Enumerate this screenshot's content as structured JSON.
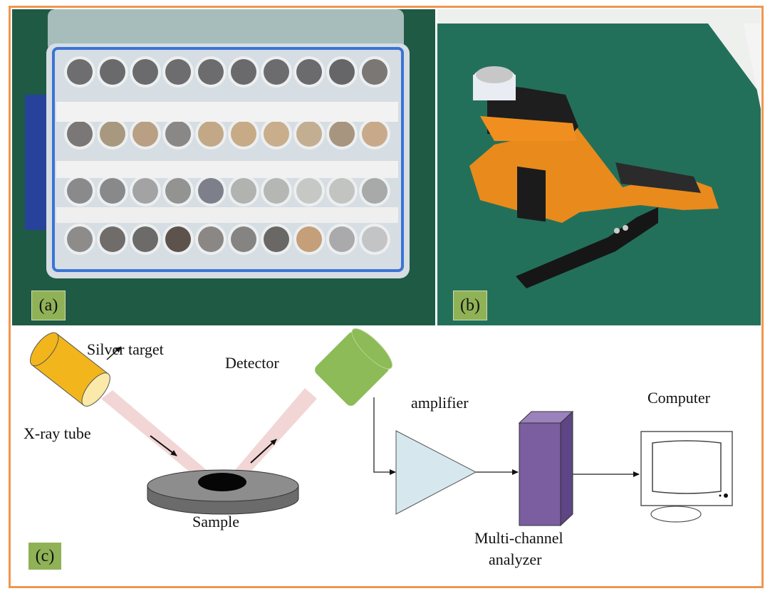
{
  "figure": {
    "panels": [
      {
        "id": "a",
        "label": "(a)",
        "description": "Box of sample cups (4 rows x 10)"
      },
      {
        "id": "b",
        "label": "(b)",
        "description": "Handheld XRF analyzer with sample cup"
      },
      {
        "id": "c",
        "label": "(c)",
        "description": "XRF measurement schematic"
      }
    ],
    "schematic": {
      "silver_target": "Silver target",
      "xray_tube": "X-ray tube",
      "detector": "Detector",
      "sample": "Sample",
      "amplifier": "amplifier",
      "mca_line1": "Multi-channel",
      "mca_line2": "analyzer",
      "computer": "Computer"
    },
    "colors": {
      "border": "#f0964f",
      "label_bg": "#8fb257",
      "tube": "#f2b61c",
      "detector": "#8dbb57",
      "beam": "#f2d6d6",
      "amplifier": "#d6e8ee",
      "mca": "#7a5ea0"
    },
    "sample_rows": [
      [
        "#6e6e70",
        "#6a6a6c",
        "#6b6b6d",
        "#6d6d6f",
        "#6c6c6e",
        "#6a6a6c",
        "#6c6c6e",
        "#6b6b6d",
        "#666668",
        "#7a7775"
      ],
      [
        "#7a7776",
        "#a89880",
        "#b9a084",
        "#8a8886",
        "#c2a887",
        "#c7ab86",
        "#c9ae8c",
        "#c4ae92",
        "#a8957f",
        "#c8aa8b"
      ],
      [
        "#8a8a8c",
        "#88898b",
        "#a3a3a3",
        "#939392",
        "#7d808a",
        "#b0b3b0",
        "#b4b7b4",
        "#c6c8c6",
        "#c2c4c2",
        "#a7aaa9"
      ],
      [
        "#8d8c8a",
        "#6f6c69",
        "#6d6b69",
        "#5e534c",
        "#8a8784",
        "#868482",
        "#6a6866",
        "#c49f7a",
        "#aaaaad",
        "#c3c4c6"
      ]
    ]
  }
}
